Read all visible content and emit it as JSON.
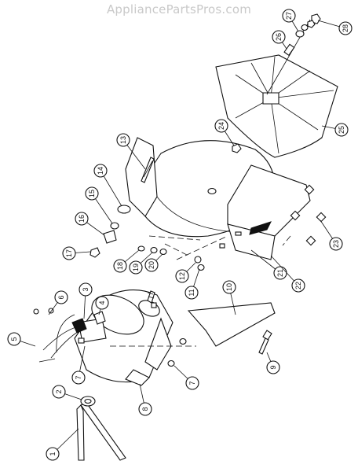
{
  "watermark": "AppliancePartsPros.com",
  "callouts": [
    {
      "label": "1"
    },
    {
      "label": "2"
    },
    {
      "label": "3"
    },
    {
      "label": "4"
    },
    {
      "label": "5"
    },
    {
      "label": "6"
    },
    {
      "label": "7"
    },
    {
      "label": "7"
    },
    {
      "label": "8"
    },
    {
      "label": "9"
    },
    {
      "label": "10"
    },
    {
      "label": "11"
    },
    {
      "label": "12"
    },
    {
      "label": "13"
    },
    {
      "label": "14"
    },
    {
      "label": "15"
    },
    {
      "label": "16"
    },
    {
      "label": "17"
    },
    {
      "label": "18"
    },
    {
      "label": "19"
    },
    {
      "label": "20"
    },
    {
      "label": "21"
    },
    {
      "label": "22"
    },
    {
      "label": "23"
    },
    {
      "label": "24"
    },
    {
      "label": "25"
    },
    {
      "label": "26"
    },
    {
      "label": "27"
    },
    {
      "label": "28"
    }
  ]
}
